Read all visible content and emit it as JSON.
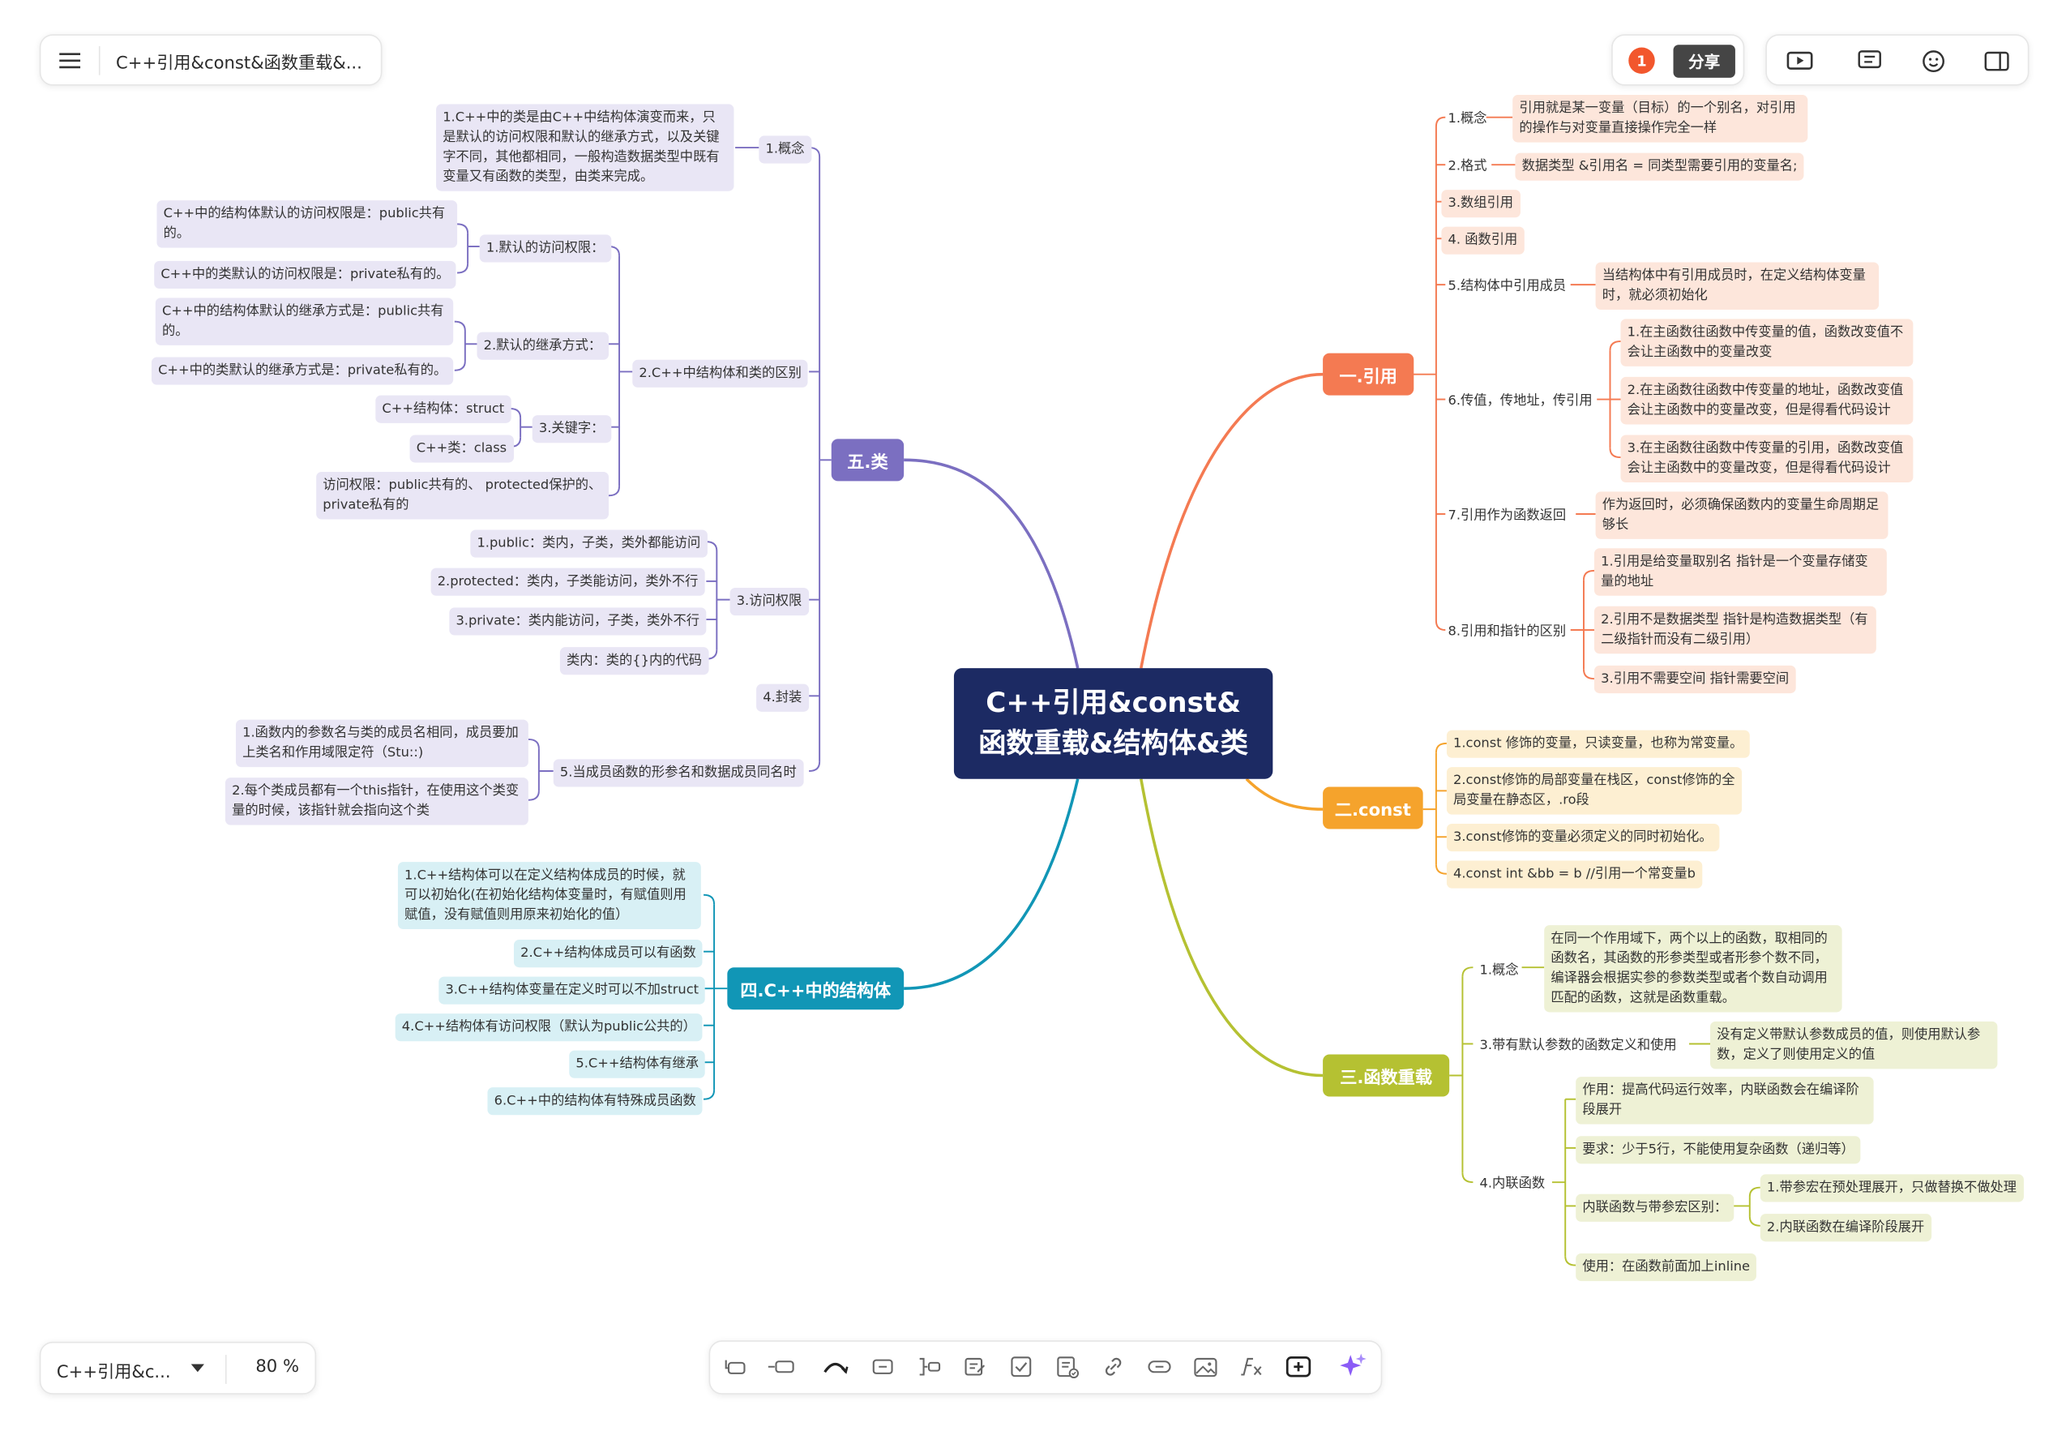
{
  "header": {
    "doc_title": "C++引用&const&函数重载&...",
    "notification_count": "1",
    "share_label": "分享"
  },
  "footer": {
    "doc_name": "C++引用&c...",
    "zoom": "80 %"
  },
  "root": {
    "label": "C++引用&const&函数重载&结构体&类"
  },
  "colors": {
    "root": "#1c2a63",
    "branch_yinyong": "#f47a52",
    "branch_const": "#f5a32c",
    "branch_overload": "#b5c132",
    "branch_struct": "#1196b6",
    "branch_class": "#7b6fc1",
    "ai_icon": "#8b5cf6",
    "badge": "#f2572d"
  },
  "branches": {
    "yinyong": {
      "label": "一.引用",
      "n1": "1.概念",
      "n1a": "引用就是某一变量（目标）的一个别名，对引用的操作与对变量直接操作完全一样",
      "n2": "2.格式",
      "n2a": "数据类型 &引用名 = 同类型需要引用的变量名;",
      "n3": "3.数组引用",
      "n4": "4. 函数引用",
      "n5": "5.结构体中引用成员",
      "n5a": "当结构体中有引用成员时，在定义结构体变量时，就必须初始化",
      "n6": "6.传值，传地址，传引用",
      "n6a": "1.在主函数往函数中传变量的值，函数改变值不会让主函数中的变量改变",
      "n6b": "2.在主函数往函数中传变量的地址，函数改变值会让主函数中的变量改变，但是得看代码设计",
      "n6c": "3.在主函数往函数中传变量的引用，函数改变值会让主函数中的变量改变，但是得看代码设计",
      "n7": "7.引用作为函数返回",
      "n7a": "作为返回时，必须确保函数内的变量生命周期足够长",
      "n8": "8.引用和指针的区别",
      "n8a": "1.引用是给变量取别名        指针是一个变量存储变量的地址",
      "n8b": "2.引用不是数据类型        指针是构造数据类型（有二级指针而没有二级引用）",
      "n8c": "3.引用不需要空间        指针需要空间"
    },
    "const": {
      "label": "二.const",
      "c1": "1.const 修饰的变量，只读变量，也称为常变量。",
      "c2": "2.const修饰的局部变量在栈区，const修饰的全局变量在静态区，.ro段",
      "c3": "3.const修饰的变量必须定义的同时初始化。",
      "c4": "4.const int &bb = b //引用一个常变量b"
    },
    "overload": {
      "label": "三.函数重载",
      "o1": "1.概念",
      "o1a": "在同一个作用域下，两个以上的函数，取相同的函数名，其函数的形参类型或者形参个数不同，编译器会根据实参的参数类型或者个数自动调用匹配的函数，这就是函数重载。",
      "o3": "3.带有默认参数的函数定义和使用",
      "o3a": "没有定义带默认参数成员的值，则使用默认参数，定义了则使用定义的值",
      "o4": "4.内联函数",
      "o4a": "作用：提高代码运行效率，内联函数会在编译阶段展开",
      "o4b": "要求：少于5行，不能使用复杂函数（递归等）",
      "o4c": "内联函数与带参宏区别：",
      "o4c1": "1.带参宏在预处理展开，只做替换不做处理",
      "o4c2": "2.内联函数在编译阶段展开",
      "o4d": "使用：在函数前面加上inline"
    },
    "struct": {
      "label": "四.C++中的结构体",
      "s1": "1.C++结构体可以在定义结构体成员的时候，就可以初始化(在初始化结构体变量时，有赋值则用赋值，没有赋值则用原来初始化的值）",
      "s2": "2.C++结构体成员可以有函数",
      "s3": "3.C++结构体变量在定义时可以不加struct",
      "s4": "4.C++结构体有访问权限（默认为public公共的）",
      "s5": "5.C++结构体有继承",
      "s6": "6.C++中的结构体有特殊成员函数"
    },
    "class": {
      "label": "五.类",
      "k1": "1.概念",
      "k1a": "1.C++中的类是由C++中结构体演变而来，只是默认的访问权限和默认的继承方式，以及关键字不同，其他都相同，一般构造数据类型中既有变量又有函数的类型，由类来完成。",
      "k2": "2.C++中结构体和类的区别",
      "k2a": "1.默认的访问权限：",
      "k2a1": "C++中的结构体默认的访问权限是：public共有的。",
      "k2a2": "C++中的类默认的访问权限是：private私有的。",
      "k2b": "2.默认的继承方式：",
      "k2b1": "C++中的结构体默认的继承方式是：public共有的。",
      "k2b2": "C++中的类默认的继承方式是：private私有的。",
      "k2c": "3.关键字：",
      "k2c1": "C++结构体：struct",
      "k2c2": "C++类：class",
      "k2d": "访问权限：public共有的、 protected保护的、private私有的",
      "k3": "3.访问权限",
      "k3a": "1.public：类内，子类，类外都能访问",
      "k3b": "2.protected：类内，子类能访问，类外不行",
      "k3c": "3.private：类内能访问，子类，类外不行",
      "k3d": "类内：类的{}内的代码",
      "k4": "4.封装",
      "k5": "5.当成员函数的形参名和数据成员同名时",
      "k5a": "1.函数内的参数名与类的成员名相同，成员要加上类名和作用域限定符（Stu::)",
      "k5b": "2.每个类成员都有一个this指针，在使用这个类变量的时候，该指针就会指向这个类"
    }
  }
}
